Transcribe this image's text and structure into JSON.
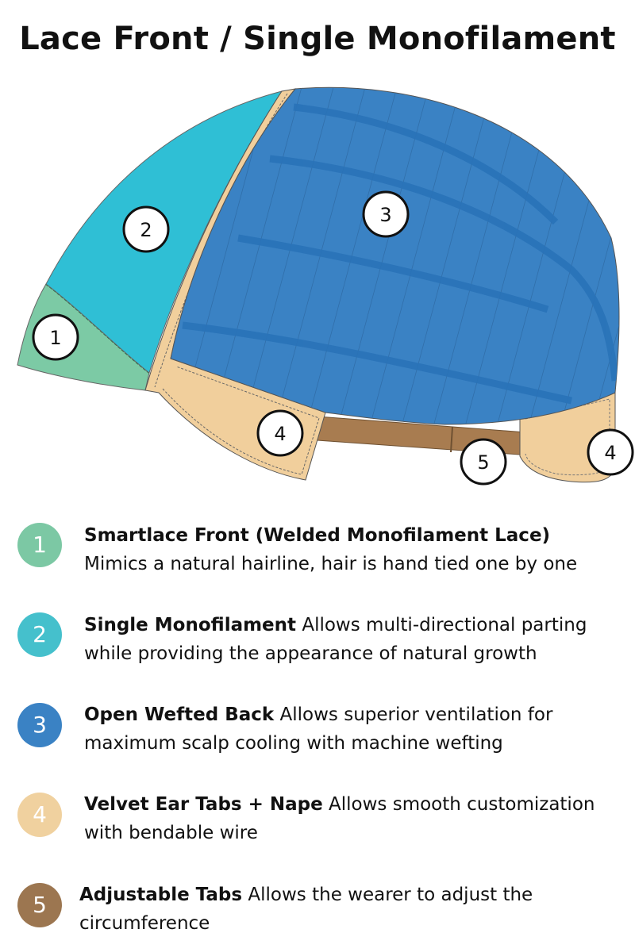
{
  "title": "Lace Front / Single Monofilament",
  "diagram_labels": [
    "1",
    "2",
    "3",
    "4",
    "5",
    "4"
  ],
  "colors": {
    "lace": "#7ccaa5",
    "mono": "#2fbfd5",
    "wefted": "#3a82c4",
    "tabs": "#f1cf9c",
    "strap": "#a87c50"
  },
  "legend": [
    {
      "number": "1",
      "color": "#7cc8a4",
      "title": "Smartlace Front (Welded Monofilament Lace)",
      "text": "Mimics a natural hairline, hair is hand tied one by one"
    },
    {
      "number": "2",
      "color": "#45c0cc",
      "title": "Single Monofilament",
      "text": "Allows multi-directional parting while providing the appearance of natural growth"
    },
    {
      "number": "3",
      "color": "#3a82c4",
      "title": "Open Wefted Back",
      "text": "Allows superior ventilation for maximum scalp cooling with machine wefting"
    },
    {
      "number": "4",
      "color": "#f0d19f",
      "title": "Velvet Ear Tabs + Nape",
      "text": "Allows smooth customization with bendable wire"
    },
    {
      "number": "5",
      "color": "#9c7650",
      "title": "Adjustable Tabs",
      "text": "Allows the wearer to adjust the circumference"
    }
  ]
}
